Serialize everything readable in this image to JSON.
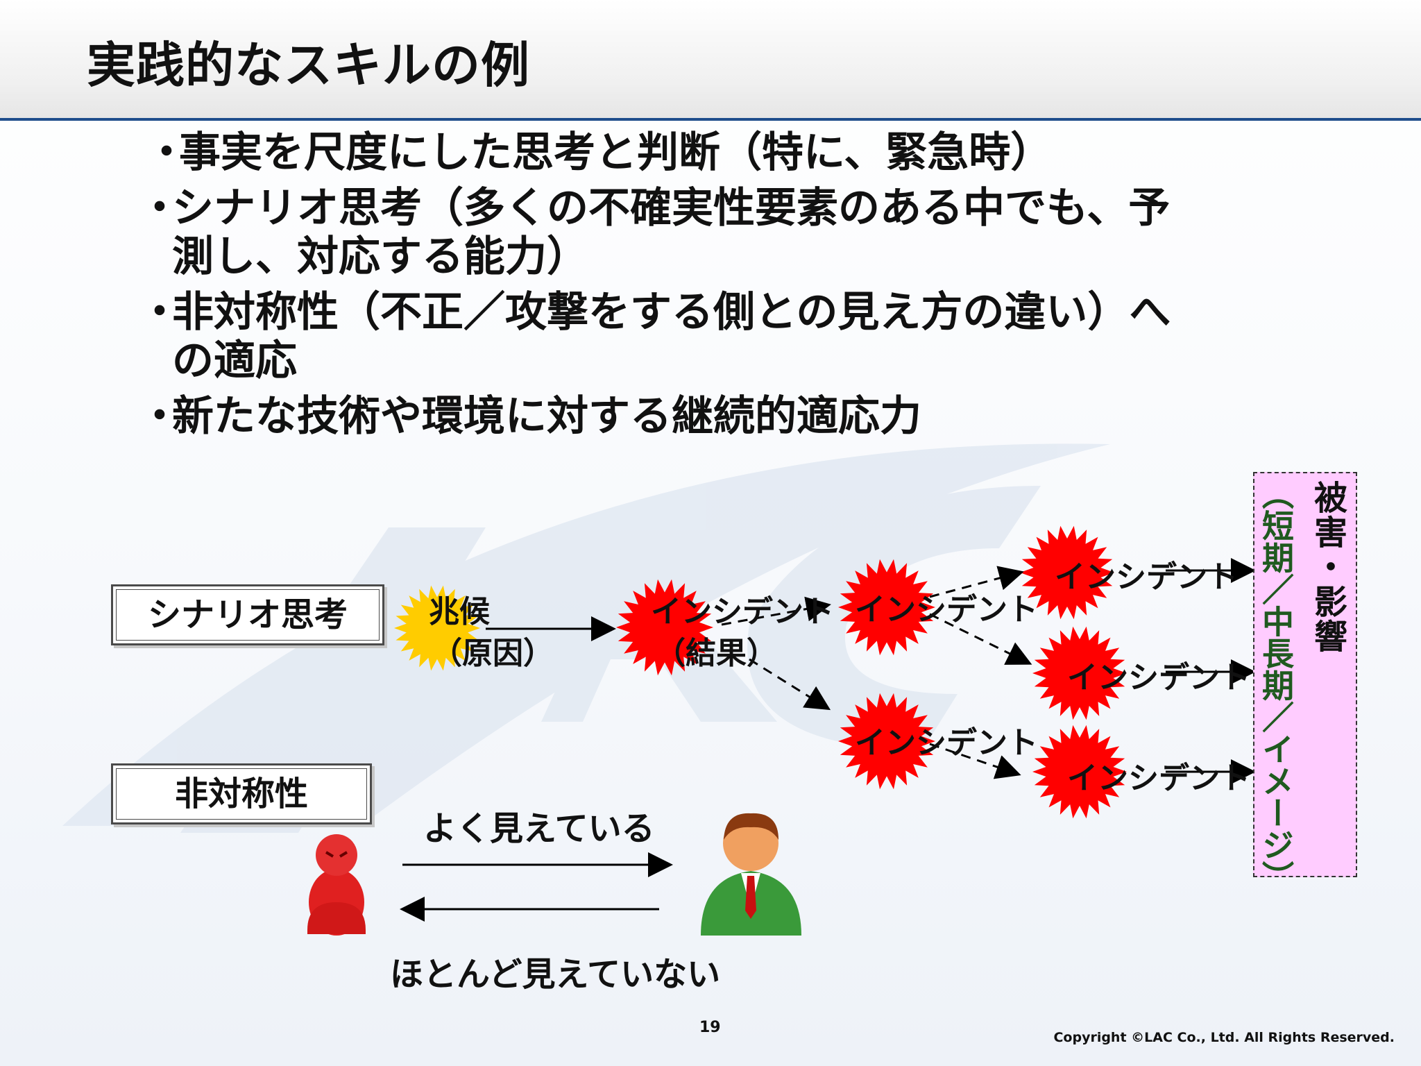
{
  "title": "実践的なスキルの例",
  "bullets": [
    "事実を尺度にした思考と判断（特に、緊急時）",
    "シナリオ思考（多くの不確実性要素のある中でも、予",
    "測し、対応する能力）",
    "非対称性（不正／攻撃をする側との見え方の違い）へ",
    "の適応",
    "新たな技術や環境に対する継続的適応力"
  ],
  "bullet_mark": "・",
  "scenario_box": "シナリオ思考",
  "asymmetry_box": "非対称性",
  "omen": {
    "line1": "兆候",
    "line2": "（原因）"
  },
  "result": {
    "line1": "インシデント",
    "line2": "（結果）"
  },
  "incident_label": "インシデント",
  "impact": {
    "main": "被害・影響",
    "sub": "（短期／中長期／イメージ）"
  },
  "visible_text": "よく見えている",
  "hidden_text": "ほとんど見えていない",
  "page_number": "19",
  "copyright": "Copyright ©LAC Co., Ltd. All Rights Reserved.",
  "colors": {
    "title_rule": "#1f4e8c",
    "burst_red": "#ff0000",
    "burst_yellow": "#ffcc00",
    "impact_fill": "#ffccff",
    "impact_sub_text": "#1f5a1f",
    "attacker": "#e02020",
    "defender_suit": "#3a9a3a"
  },
  "icons": [
    "attacker-person-icon",
    "defender-person-icon"
  ]
}
